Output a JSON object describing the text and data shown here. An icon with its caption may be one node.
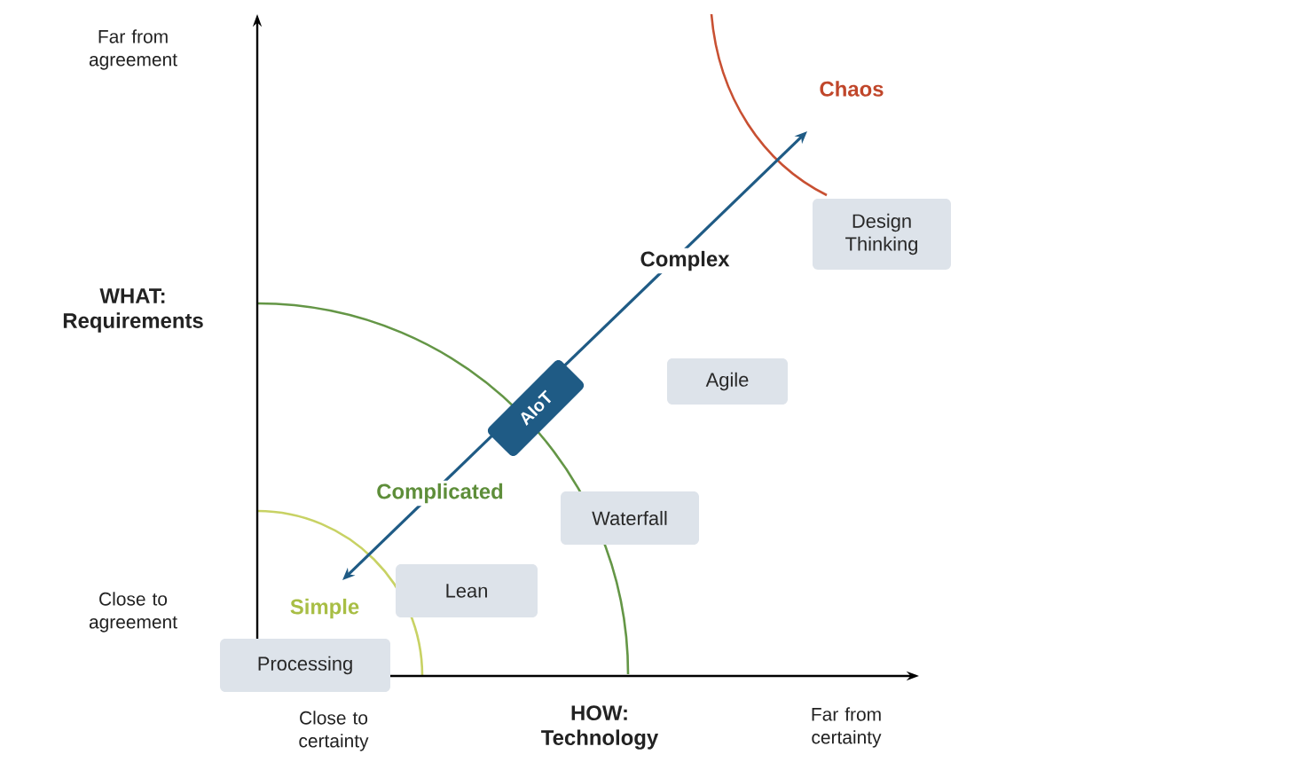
{
  "diagram": {
    "nodes": [
      {
        "text": [
          "Design Thinking"
        ]
      },
      {
        "text": [
          "Agile"
        ]
      },
      {
        "text": [
          "Waterfall"
        ]
      },
      {
        "text": [
          "Lean"
        ]
      },
      {
        "text": [
          "Processing"
        ]
      },
      {
        "text": [
          "AIoT"
        ]
      }
    ],
    "labels": [
      "Far from agreement",
      "Chaos",
      "Complex",
      "WHAT: Requirements",
      "Complicated",
      "Close to agreement",
      "Simple",
      "Close to certainty",
      "HOW: Technology",
      "Far from certainty"
    ]
  }
}
